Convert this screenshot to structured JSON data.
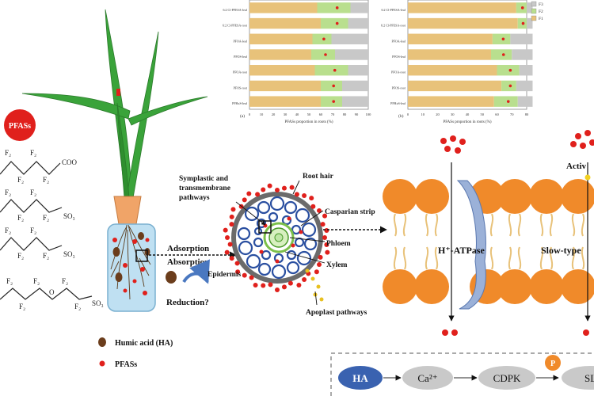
{
  "pfas_badge": "PFASs",
  "structures": {
    "f2": "F₂",
    "groups": [
      "COO",
      "SO₃",
      "SO₃",
      "SO₃"
    ],
    "ether_o": "O"
  },
  "chart_a": {
    "panel_label": "(a)",
    "rows": [
      "6:2 Cl-PFESA-leaf",
      "6:2 Cl-PFESA-root",
      "PFOA-leaf",
      "PFOS-leaf",
      "PFOA-root",
      "PFOS-root",
      "PFHxS-leaf"
    ],
    "x_ticks": [
      "0",
      "10",
      "20",
      "30",
      "40",
      "50",
      "60",
      "70",
      "80",
      "90",
      "100"
    ],
    "xlabel": "PFASs proportion in roots (%)"
  },
  "chart_b": {
    "panel_label": "(b)",
    "rows": [
      "6:2 Cl-PFESA-leaf",
      "6:2 Cl-PFESA-root",
      "PFOA-leaf",
      "PFOS-leaf",
      "PFOA-root",
      "PFOS-root",
      "PFHxS-leaf"
    ],
    "x_ticks": [
      "0",
      "10",
      "20",
      "30",
      "40",
      "50",
      "60",
      "70",
      "80"
    ],
    "xlabel": "PFASs proportion in roots (%)",
    "legend": [
      "F3",
      "F2",
      "F1"
    ]
  },
  "chart_data": [
    {
      "type": "bar",
      "orientation": "horizontal",
      "stacked": true,
      "categories": [
        "6:2 Cl-PFESA-leaf",
        "6:2 Cl-PFESA-root",
        "PFOA-leaf",
        "PFOS-leaf",
        "PFOA-root",
        "PFOS-root",
        "PFHxS-leaf"
      ],
      "series": [
        {
          "values": [
            57,
            60,
            53,
            52,
            55,
            60,
            60
          ]
        },
        {
          "values": [
            28,
            23,
            16,
            20,
            28,
            18,
            18
          ]
        },
        {
          "values": [
            15,
            17,
            31,
            28,
            17,
            22,
            22
          ]
        }
      ],
      "xlabel": "PFASs proportion in roots (%)",
      "xlim": [
        0,
        100
      ],
      "colors": [
        "#e8c27a",
        "#b9df8e",
        "#c8c8c8"
      ]
    },
    {
      "type": "bar",
      "orientation": "horizontal",
      "stacked": true,
      "categories": [
        "6:2 Cl-PFESA-leaf",
        "6:2 Cl-PFESA-root",
        "PFOA-leaf",
        "PFOS-leaf",
        "PFOA-root",
        "PFOS-root",
        "PFHxS-leaf"
      ],
      "series": [
        {
          "name": "F1",
          "values": [
            73,
            74,
            57,
            56,
            60,
            63,
            58
          ]
        },
        {
          "name": "F2",
          "values": [
            7,
            6,
            12,
            14,
            15,
            10,
            16
          ]
        },
        {
          "name": "F3",
          "values": [
            4,
            4,
            15,
            14,
            9,
            11,
            10
          ]
        }
      ],
      "xlabel": "PFASs proportion in roots (%)",
      "xlim": [
        0,
        80
      ],
      "colors": [
        "#e8c27a",
        "#b9df8e",
        "#c8c8c8"
      ],
      "legend_position": "top-right"
    }
  ],
  "labels": {
    "symplastic": "Symplastic and",
    "transmembrane": "transmembrane",
    "pathways": "pathways",
    "root_hair": "Root hair",
    "casparian": "Casparian strip",
    "phloem": "Phloem",
    "xylem": "Xylem",
    "epidermis": "Epidermis",
    "apoplast": "Apoplast pathways",
    "adsorption": "Adsorption",
    "absorption": "Absorption",
    "reduction": "Reduction?",
    "h_atpase": "H⁺-ATPase",
    "slow_type": "Slow-type",
    "activ": "Activ"
  },
  "legend": {
    "humic": "Humic acid (HA)",
    "pfas": "PFASs"
  },
  "pathway": {
    "ha": "HA",
    "ca": "Ca²⁺",
    "cdpk": "CDPK",
    "p": "P",
    "sl": "SL"
  },
  "colors": {
    "pfas_red": "#e0201c",
    "leaf_green": "#3aa33a",
    "pot_orange": "#f0a468",
    "water_blue": "#bfe0f2",
    "membrane_orange": "#f08a2a",
    "node_gray": "#c9c9c9",
    "ha_blue": "#3a62b0",
    "humic_brown": "#6b3d1c"
  }
}
